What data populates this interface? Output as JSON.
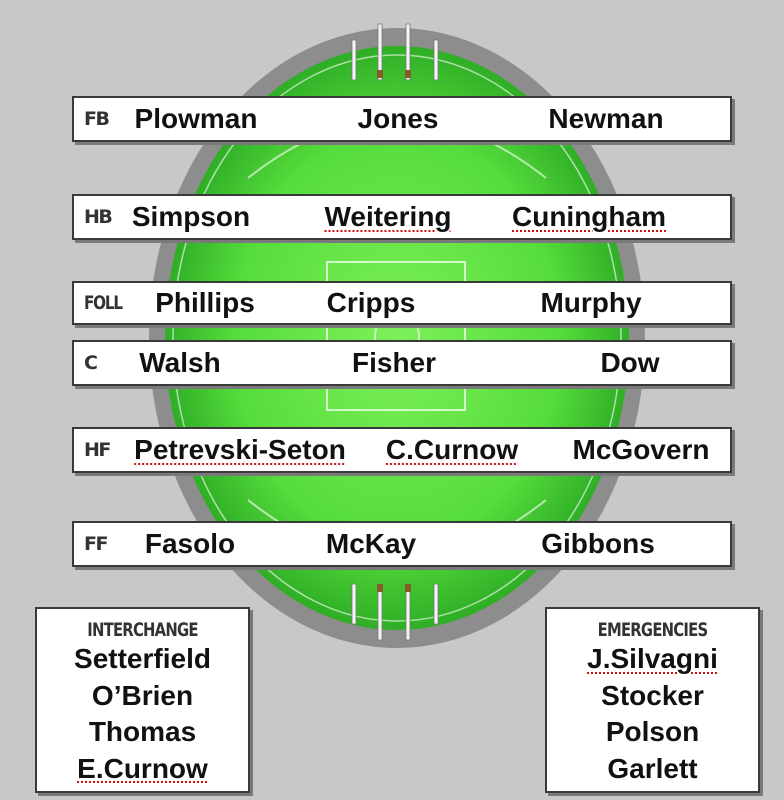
{
  "lines": [
    {
      "position": "FB",
      "players": [
        {
          "name": "Plowman",
          "flag": false
        },
        {
          "name": "Jones",
          "flag": false
        },
        {
          "name": "Newman",
          "flag": false
        }
      ]
    },
    {
      "position": "HB",
      "players": [
        {
          "name": "Simpson",
          "flag": false
        },
        {
          "name": "Weitering",
          "flag": true
        },
        {
          "name": "Cuningham",
          "flag": true
        }
      ]
    },
    {
      "position": "FOLL",
      "players": [
        {
          "name": "Phillips",
          "flag": false
        },
        {
          "name": "Cripps",
          "flag": false
        },
        {
          "name": "Murphy",
          "flag": false
        }
      ]
    },
    {
      "position": "C",
      "players": [
        {
          "name": "Walsh",
          "flag": false
        },
        {
          "name": "Fisher",
          "flag": false
        },
        {
          "name": "Dow",
          "flag": false
        }
      ]
    },
    {
      "position": "HF",
      "players": [
        {
          "name": "Petrevski-Seton",
          "flag": true
        },
        {
          "name": "C.Curnow",
          "flag": true
        },
        {
          "name": "McGovern",
          "flag": false
        }
      ]
    },
    {
      "position": "FF",
      "players": [
        {
          "name": "Fasolo",
          "flag": false
        },
        {
          "name": "McKay",
          "flag": false
        },
        {
          "name": "Gibbons",
          "flag": false
        }
      ]
    }
  ],
  "interchange": {
    "title": "INTERCHANGE",
    "players": [
      {
        "name": "Setterfield",
        "flag": false
      },
      {
        "name": "O’Brien",
        "flag": false
      },
      {
        "name": "Thomas",
        "flag": false
      },
      {
        "name": "E.Curnow",
        "flag": true
      }
    ]
  },
  "emergencies": {
    "title": "EMERGENCIES",
    "players": [
      {
        "name": "J.Silvagni",
        "flag": true
      },
      {
        "name": "Stocker",
        "flag": false
      },
      {
        "name": "Polson",
        "flag": false
      },
      {
        "name": "Garlett",
        "flag": false
      }
    ]
  },
  "colors": {
    "background": "#c8c8c8",
    "field_light": "#6ae84a",
    "field_dark": "#34b82a",
    "boundary": "#8a8a8a",
    "spellcheck": "#d01010"
  }
}
